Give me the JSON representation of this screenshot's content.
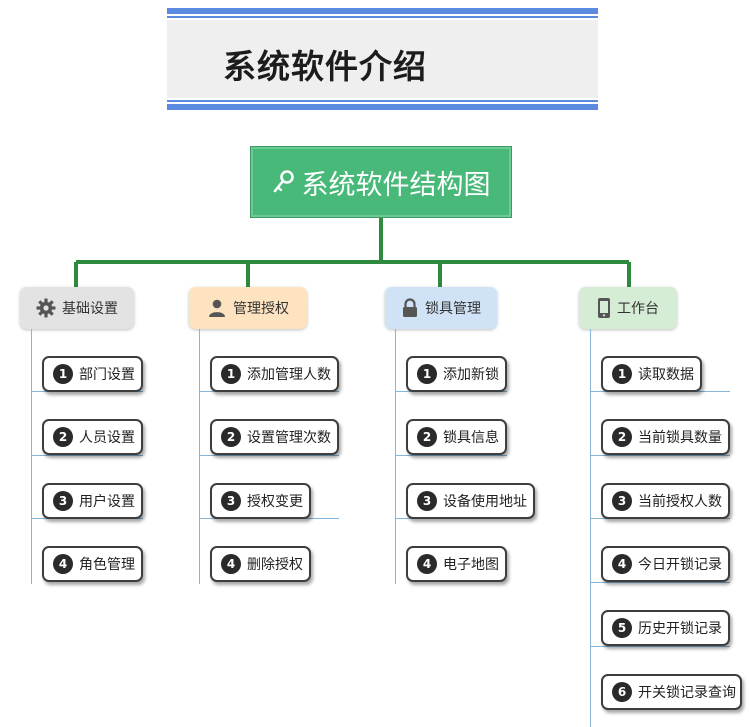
{
  "banner": {
    "title": "系统软件介绍"
  },
  "root": {
    "label": "系统软件结构图",
    "icon": "key-icon"
  },
  "categories": [
    {
      "label": "基础设置",
      "icon": "gear-icon",
      "color": "#e3e3e3",
      "items": [
        {
          "num": "1",
          "label": "部门设置"
        },
        {
          "num": "2",
          "label": "人员设置"
        },
        {
          "num": "3",
          "label": "用户设置"
        },
        {
          "num": "4",
          "label": "角色管理"
        }
      ]
    },
    {
      "label": "管理授权",
      "icon": "user-icon",
      "color": "#fde3bf",
      "items": [
        {
          "num": "1",
          "label": "添加管理人数"
        },
        {
          "num": "2",
          "label": "设置管理次数"
        },
        {
          "num": "3",
          "label": "授权变更"
        },
        {
          "num": "4",
          "label": "删除授权"
        }
      ]
    },
    {
      "label": "锁具管理",
      "icon": "lock-icon",
      "color": "#cfe2f6",
      "items": [
        {
          "num": "1",
          "label": "添加新锁"
        },
        {
          "num": "2",
          "label": "锁具信息"
        },
        {
          "num": "3",
          "label": "设备使用地址"
        },
        {
          "num": "4",
          "label": "电子地图"
        }
      ]
    },
    {
      "label": "工作台",
      "icon": "phone-icon",
      "color": "#d5ecd5",
      "items": [
        {
          "num": "1",
          "label": "读取数据"
        },
        {
          "num": "2",
          "label": "当前锁具数量"
        },
        {
          "num": "3",
          "label": "当前授权人数"
        },
        {
          "num": "4",
          "label": "今日开锁记录"
        },
        {
          "num": "5",
          "label": "历史开锁记录"
        },
        {
          "num": "6",
          "label": "开关锁记录查询"
        }
      ]
    }
  ]
}
